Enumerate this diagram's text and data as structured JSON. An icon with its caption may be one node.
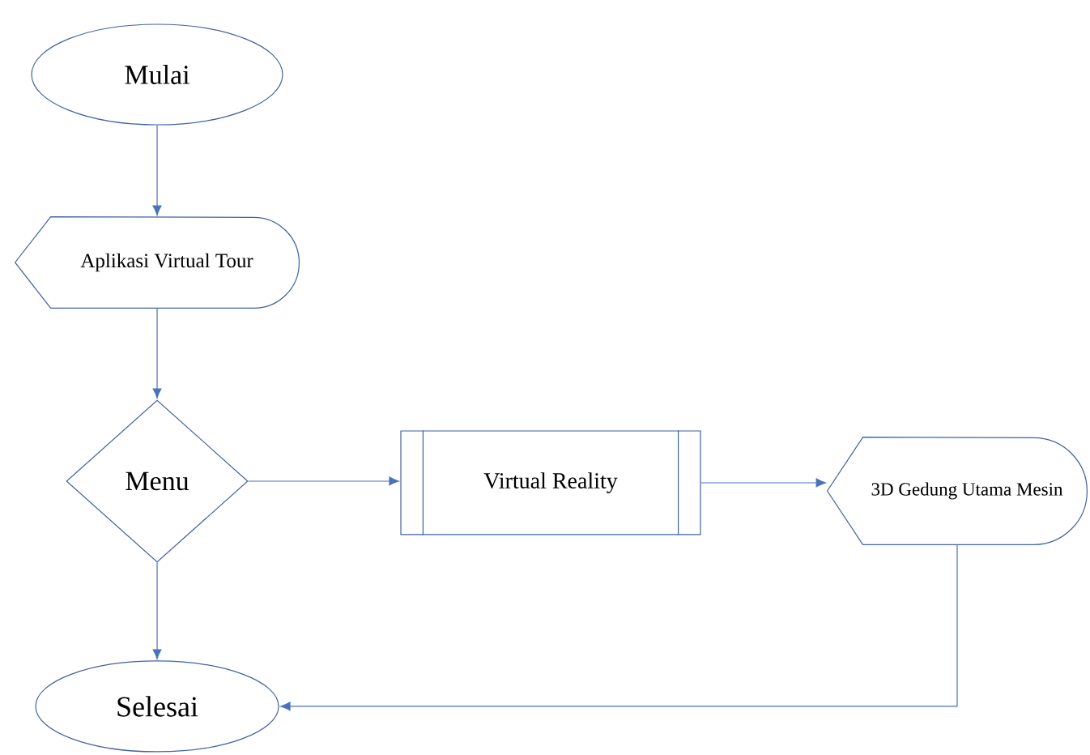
{
  "diagram": {
    "nodes": [
      {
        "text": [
          "Mulai"
        ]
      },
      {
        "text": [
          "Aplikasi Virtual Tour"
        ]
      },
      {
        "text": [
          "Menu"
        ]
      },
      {
        "text": [
          "Virtual Reality"
        ]
      },
      {
        "text": [
          "3D Gedung Utama Mesin"
        ]
      },
      {
        "text": [
          "Selesai"
        ]
      }
    ],
    "edges": [
      {
        "from": 0,
        "to": 1,
        "arrow": "to"
      },
      {
        "from": 1,
        "to": 2,
        "arrow": "to"
      },
      {
        "from": 2,
        "to": 3,
        "arrow": "to"
      },
      {
        "from": 3,
        "to": 4,
        "arrow": "to"
      },
      {
        "from": 2,
        "to": 5,
        "arrow": "to"
      },
      {
        "from": 4,
        "to": 5,
        "arrow": "to"
      }
    ]
  }
}
